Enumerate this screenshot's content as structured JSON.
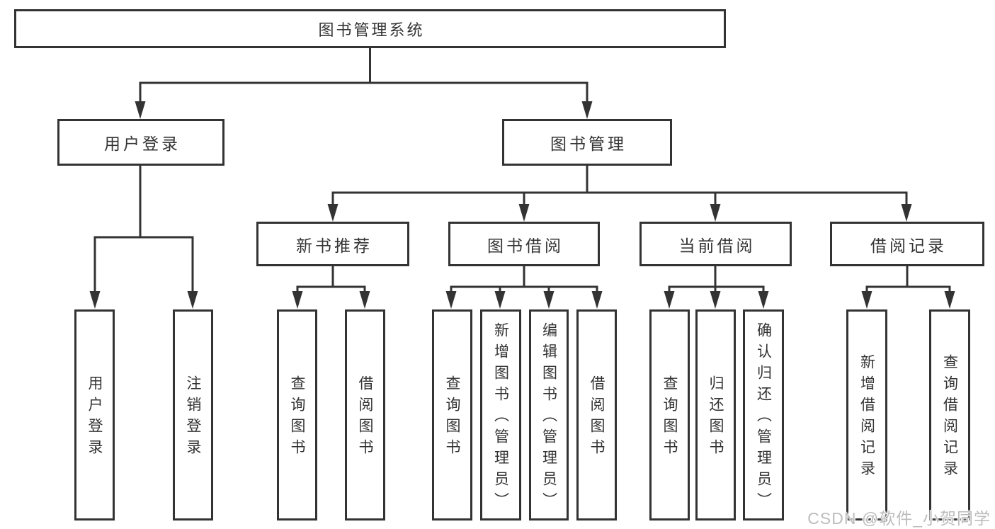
{
  "diagram": {
    "root": {
      "label": "图书管理系统"
    },
    "branches": [
      {
        "label": "用户登录",
        "children": [
          {
            "label": "用户登录"
          },
          {
            "label": "注销登录"
          }
        ]
      },
      {
        "label": "图书管理",
        "sections": [
          {
            "label": "新书推荐",
            "children": [
              {
                "label": "查询图书"
              },
              {
                "label": "借阅图书"
              }
            ]
          },
          {
            "label": "图书借阅",
            "children": [
              {
                "label": "查询图书"
              },
              {
                "label": "新增图书（管理员）"
              },
              {
                "label": "编辑图书（管理员）"
              },
              {
                "label": "借阅图书"
              }
            ]
          },
          {
            "label": "当前借阅",
            "children": [
              {
                "label": "查询图书"
              },
              {
                "label": "归还图书"
              },
              {
                "label": "确认归还（管理员）"
              }
            ]
          },
          {
            "label": "借阅记录",
            "children": [
              {
                "label": "新增借阅记录"
              },
              {
                "label": "查询借阅记录"
              }
            ]
          }
        ]
      }
    ]
  },
  "watermark": {
    "text": "CSDN @软件_小贺同学",
    "color": "#bcbcbc"
  },
  "colors": {
    "line": "#333333",
    "border": "#333333",
    "text": "#333333",
    "background": "#ffffff"
  }
}
